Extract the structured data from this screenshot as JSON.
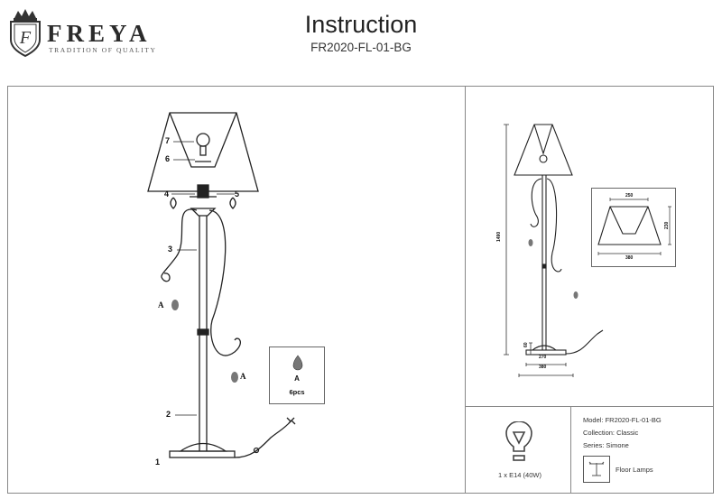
{
  "header": {
    "brand_name": "FREYA",
    "brand_tagline": "TRADITION OF QUALITY",
    "title": "Instruction",
    "model_code": "FR2020-FL-01-BG"
  },
  "assembly_drawing": {
    "callouts": [
      "1",
      "2",
      "3",
      "4",
      "5",
      "6",
      "7"
    ],
    "crystal_label": "A",
    "parts_box": {
      "label": "A",
      "quantity": "6pcs"
    }
  },
  "dimension_drawing": {
    "total_height": "1490",
    "base_height": "60",
    "base_inner_width": "270",
    "base_outer_width": "380",
    "shade_top_width": "250",
    "shade_bottom_width": "380",
    "shade_height": "230"
  },
  "bulb": {
    "icon": "light-bulb-icon",
    "label": "1 x E14 (40W)"
  },
  "specs": {
    "model": "Model: FR2020-FL-01-BG",
    "collection": "Collection: Classic",
    "series": "Series: Simone",
    "category_icon": "floor-lamp-icon",
    "category": "Floor Lamps"
  },
  "colors": {
    "line": "#222222",
    "frame": "#888888"
  }
}
